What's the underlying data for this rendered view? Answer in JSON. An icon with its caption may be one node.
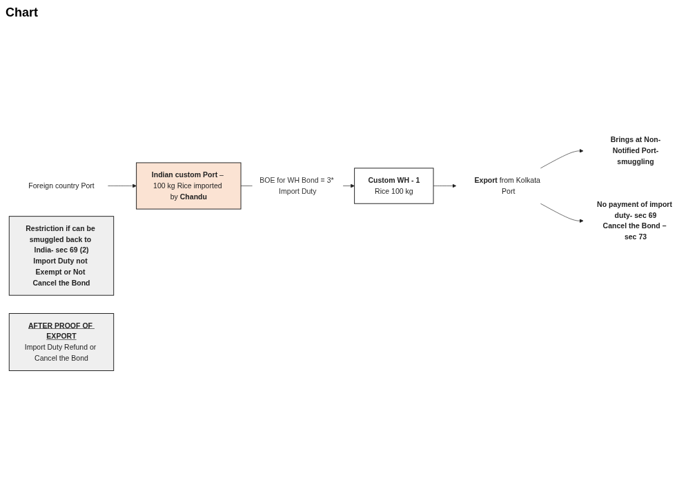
{
  "diagram": {
    "title": "Chart",
    "nodes": [
      {
        "text": [
          "Foreign country Port"
        ]
      },
      {
        "text": [
          "**Indian custom Port** – 100 kg Rice imported by **Chandu**"
        ]
      },
      {
        "text": [
          "Custom WH - 1",
          "Rice 100 kg"
        ]
      },
      {
        "text": [
          "Restriction if can be smuggled back to India- sec 69 (2)",
          "Import Duty not Exempt or Not Cancel the Bond"
        ]
      },
      {
        "text": [
          "AFTER PROOF OF EXPORT",
          "Import Duty Refund or Cancel the Bond"
        ]
      },
      {
        "text": [
          "Brings at Non-Notified Port-smuggling"
        ]
      },
      {
        "text": [
          "**Export** from Kolkata Port"
        ]
      },
      {
        "text": [
          "No payment of import duty- sec 69",
          "Cancel the Bond – sec 73"
        ]
      }
    ],
    "edges": [
      {
        "from": 0,
        "to": 1,
        "arrow": "to"
      },
      {
        "from": 1,
        "to": 2,
        "arrow": "to",
        "label": "BOE for WH Bond = 3* Import Duty"
      },
      {
        "from": 2,
        "to": 6,
        "arrow": "to"
      },
      {
        "from": 6,
        "to": 5,
        "arrow": "to"
      },
      {
        "from": 6,
        "to": 7,
        "arrow": "to"
      }
    ]
  }
}
